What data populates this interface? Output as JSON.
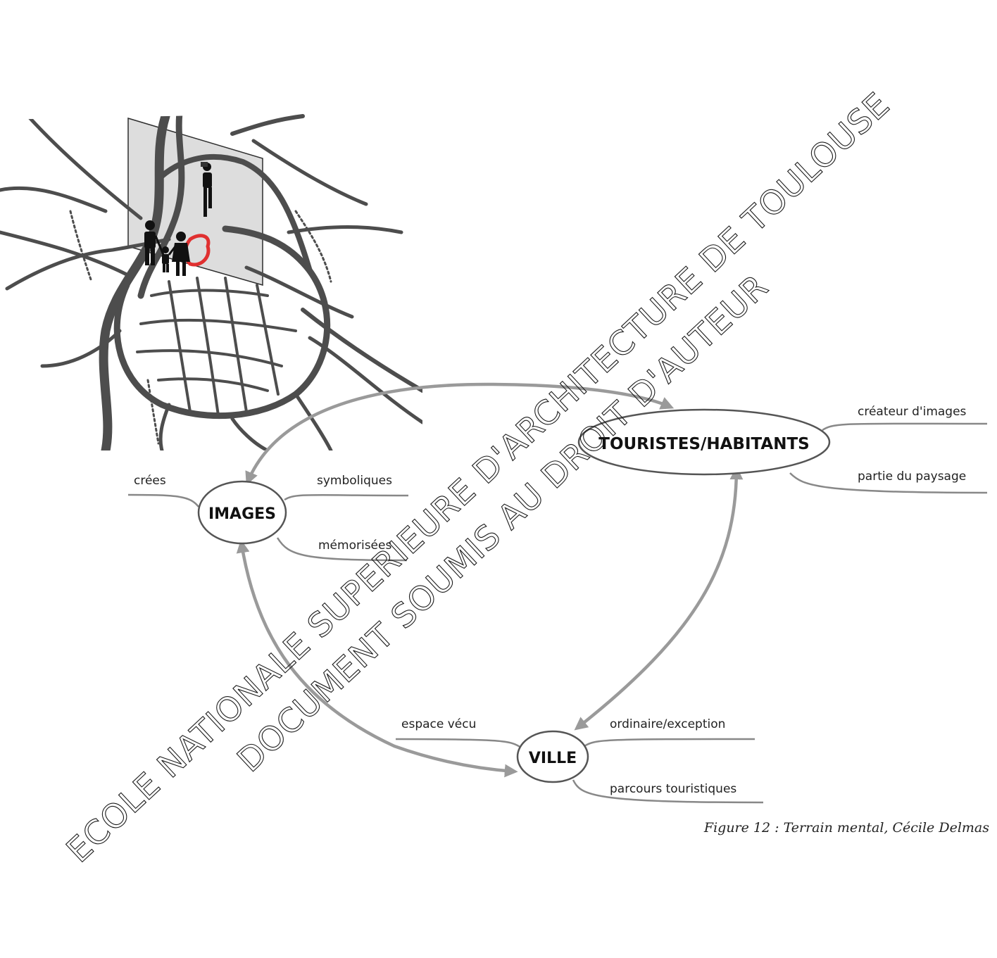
{
  "map": {
    "road_color": "#4d4d4d",
    "panel_color": "#d9d9d9",
    "highlight_color": "#e03030"
  },
  "nodes": {
    "touristes": "TOURISTES/HABITANTS",
    "images": "IMAGES",
    "ville": "VILLE"
  },
  "branches": {
    "touristes": [
      "créateur d'images",
      "partie du paysage"
    ],
    "images_left": "crées",
    "images_right": [
      "symboliques",
      "mémorisées"
    ],
    "ville_left": "espace vécu",
    "ville_right": [
      "ordinaire/exception",
      "parcours touristiques"
    ]
  },
  "caption": "Figure 12 : Terrain mental, Cécile Delmas",
  "watermark": {
    "line1": "ECOLE NATIONALE SUPERIEURE D'ARCHITECTURE DE TOULOUSE",
    "line2": "DOCUMENT SOUMIS AU DROIT D'AUTEUR"
  },
  "colors": {
    "arrow": "#9a9a9a",
    "branch": "#888888",
    "ellipse_stroke": "#555555"
  }
}
